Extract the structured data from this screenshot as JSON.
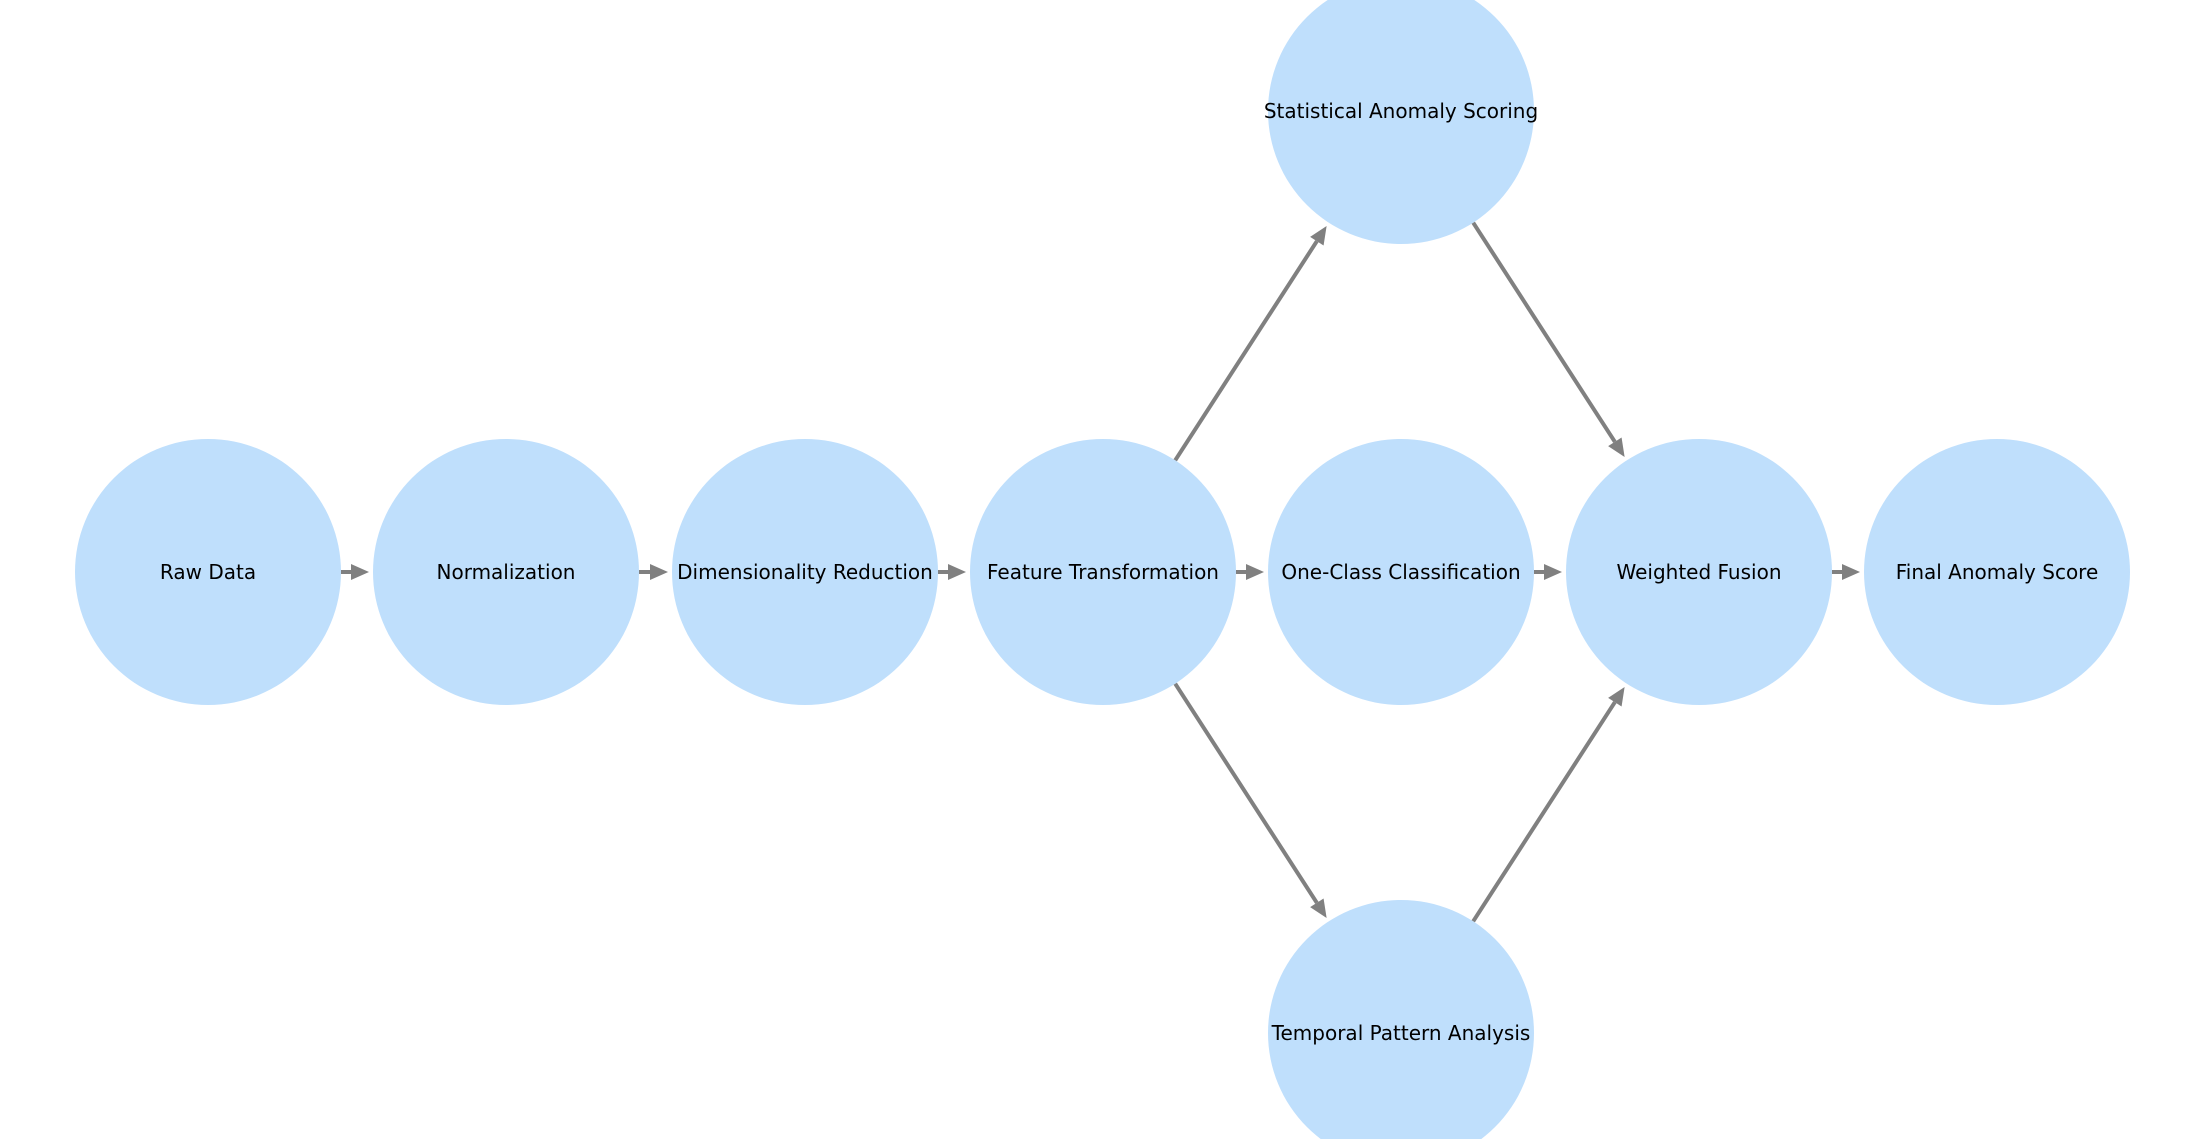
{
  "diagram": {
    "nodes": [
      {
        "id": "raw-data",
        "label": "Raw Data"
      },
      {
        "id": "normalization",
        "label": "Normalization"
      },
      {
        "id": "dimensionality-reduction",
        "label": "Dimensionality Reduction"
      },
      {
        "id": "feature-transformation",
        "label": "Feature Transformation"
      },
      {
        "id": "statistical-anomaly-scoring",
        "label": "Statistical Anomaly Scoring"
      },
      {
        "id": "one-class-classification",
        "label": "One-Class Classification"
      },
      {
        "id": "temporal-pattern-analysis",
        "label": "Temporal Pattern Analysis"
      },
      {
        "id": "weighted-fusion",
        "label": "Weighted Fusion"
      },
      {
        "id": "final-anomaly-score",
        "label": "Final Anomaly Score"
      }
    ],
    "edges": [
      {
        "from": "raw-data",
        "to": "normalization"
      },
      {
        "from": "normalization",
        "to": "dimensionality-reduction"
      },
      {
        "from": "dimensionality-reduction",
        "to": "feature-transformation"
      },
      {
        "from": "feature-transformation",
        "to": "statistical-anomaly-scoring"
      },
      {
        "from": "feature-transformation",
        "to": "one-class-classification"
      },
      {
        "from": "feature-transformation",
        "to": "temporal-pattern-analysis"
      },
      {
        "from": "statistical-anomaly-scoring",
        "to": "weighted-fusion"
      },
      {
        "from": "one-class-classification",
        "to": "weighted-fusion"
      },
      {
        "from": "temporal-pattern-analysis",
        "to": "weighted-fusion"
      },
      {
        "from": "weighted-fusion",
        "to": "final-anomaly-score"
      }
    ],
    "colors": {
      "node_fill": "#bfdffc",
      "edge": "#808080",
      "text": "#000000"
    }
  }
}
